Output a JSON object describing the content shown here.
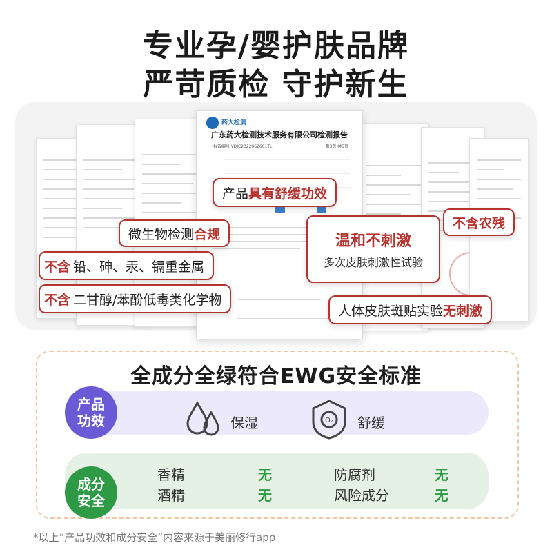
{
  "headline": {
    "line1": "专业孕/婴护肤品牌",
    "line2": "严苛质检 守护新生"
  },
  "report": {
    "org_logo_text": "药大检测",
    "title": "广东药大检测技术服务有限公司检测报告",
    "number": "报告编号 YDJC2022062601TL",
    "page": "第3页 共5页"
  },
  "callouts": {
    "soothing": {
      "prefix": "产品",
      "highlight": "具有舒缓功效"
    },
    "micro": {
      "prefix": "微生物检测",
      "highlight": "合规"
    },
    "metals": {
      "tag": "不含",
      "text": "铅、砷、汞、镉重金属"
    },
    "glycol": {
      "tag": "不含",
      "text": "二甘醇/苯酚低毒类化学物"
    },
    "mild": {
      "title": "温和不刺激",
      "subtitle": "多次皮肤刺激性试验"
    },
    "pesticide": {
      "text": "不含农残"
    },
    "patch": {
      "prefix": "人体皮肤斑贴实验 ",
      "highlight": "无刺激"
    }
  },
  "safety": {
    "title": "全成分全绿符合EWG安全标准",
    "effects_badge": [
      "产品",
      "功效"
    ],
    "effects": [
      {
        "icon": "water-drops-icon",
        "label": "保湿"
      },
      {
        "icon": "oxygen-shield-icon",
        "label": "舒缓"
      }
    ],
    "ingredients_badge": [
      "成分",
      "安全"
    ],
    "ingredients": [
      {
        "name": "香精",
        "value": "无"
      },
      {
        "name": "酒精",
        "value": "无"
      },
      {
        "name": "防腐剂",
        "value": "无"
      },
      {
        "name": "风险成分",
        "value": "无"
      }
    ],
    "colors": {
      "effects": "#6a5ad6",
      "ingredients": "#2e9a46",
      "accent": "#b6342f"
    }
  },
  "footnote": "*以上“产品功效和成分安全”内容来源于美丽修行app"
}
